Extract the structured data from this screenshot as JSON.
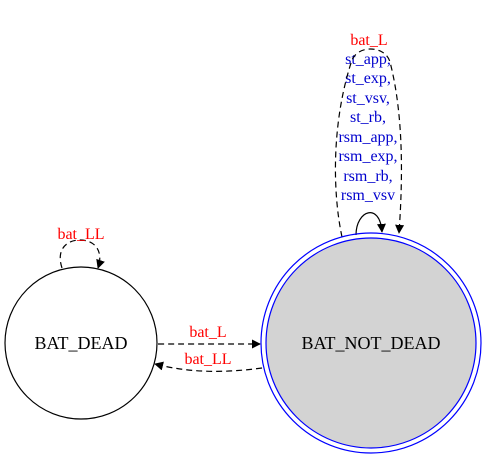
{
  "states": [
    {
      "id": "bat_dead",
      "label": "BAT_DEAD",
      "fill": "#ffffff",
      "stroke": "#000000",
      "double_outline": false
    },
    {
      "id": "bat_not_dead",
      "label": "BAT_NOT_DEAD",
      "fill": "#d3d3d3",
      "stroke": "#0000ff",
      "double_outline": true
    }
  ],
  "transitions": [
    {
      "id": "dead_self",
      "from": "bat_dead",
      "to": "bat_dead",
      "style": "dashed",
      "labels": [
        {
          "text": "bat_LL",
          "color": "#ff0000"
        }
      ]
    },
    {
      "id": "dead_to_notdead",
      "from": "bat_dead",
      "to": "bat_not_dead",
      "style": "dashed",
      "labels": [
        {
          "text": "bat_L",
          "color": "#ff0000"
        }
      ]
    },
    {
      "id": "notdead_to_dead",
      "from": "bat_not_dead",
      "to": "bat_dead",
      "style": "dashed",
      "labels": [
        {
          "text": "bat_LL",
          "color": "#ff0000"
        }
      ]
    },
    {
      "id": "notdead_self_solid",
      "from": "bat_not_dead",
      "to": "bat_not_dead",
      "style": "solid",
      "labels": [
        {
          "text": "st_app,",
          "color": "#0000cd"
        },
        {
          "text": "st_exp,",
          "color": "#0000cd"
        },
        {
          "text": "st_vsv,",
          "color": "#0000cd"
        },
        {
          "text": "st_rb,",
          "color": "#0000cd"
        },
        {
          "text": "rsm_app,",
          "color": "#0000cd"
        },
        {
          "text": "rsm_exp,",
          "color": "#0000cd"
        },
        {
          "text": "rsm_rb,",
          "color": "#0000cd"
        },
        {
          "text": "rsm_vsv",
          "color": "#0000cd"
        }
      ]
    },
    {
      "id": "notdead_self_dashed",
      "from": "bat_not_dead",
      "to": "bat_not_dead",
      "style": "dashed",
      "labels": [
        {
          "text": "bat_L",
          "color": "#ff0000"
        }
      ]
    }
  ]
}
